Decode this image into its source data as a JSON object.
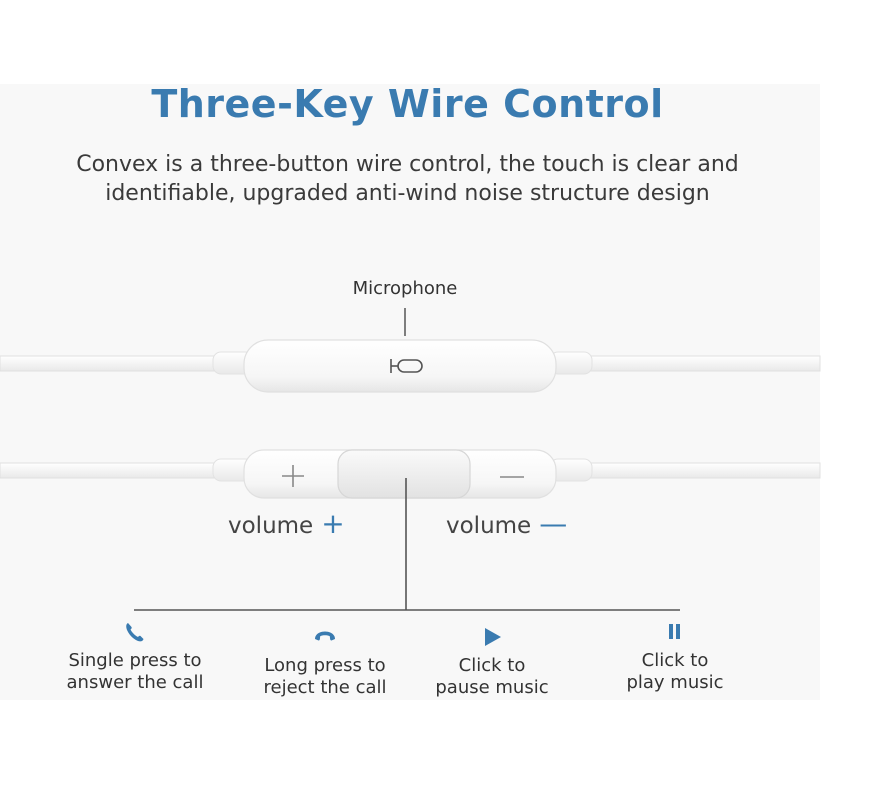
{
  "title": "Three-Key Wire Control",
  "subtitle": {
    "line1": "Convex is a three-button wire control, the touch is clear and",
    "line2": "identifiable, upgraded anti-wind noise structure design"
  },
  "microphone_label": "Microphone",
  "volume_up": {
    "text": "volume",
    "sign": "+"
  },
  "volume_down": {
    "text": "volume",
    "sign": "—"
  },
  "actions": [
    {
      "icon": "phone-answer-icon",
      "line1": "Single press to",
      "line2": "answer the call"
    },
    {
      "icon": "phone-hangup-icon",
      "line1": "Long press to",
      "line2": "reject the call"
    },
    {
      "icon": "play-icon",
      "line1": "Click to",
      "line2": "pause music"
    },
    {
      "icon": "pause-icon",
      "line1": "Click to",
      "line2": "play music"
    }
  ],
  "colors": {
    "accent": "#3a7bb0",
    "text": "#333333"
  }
}
